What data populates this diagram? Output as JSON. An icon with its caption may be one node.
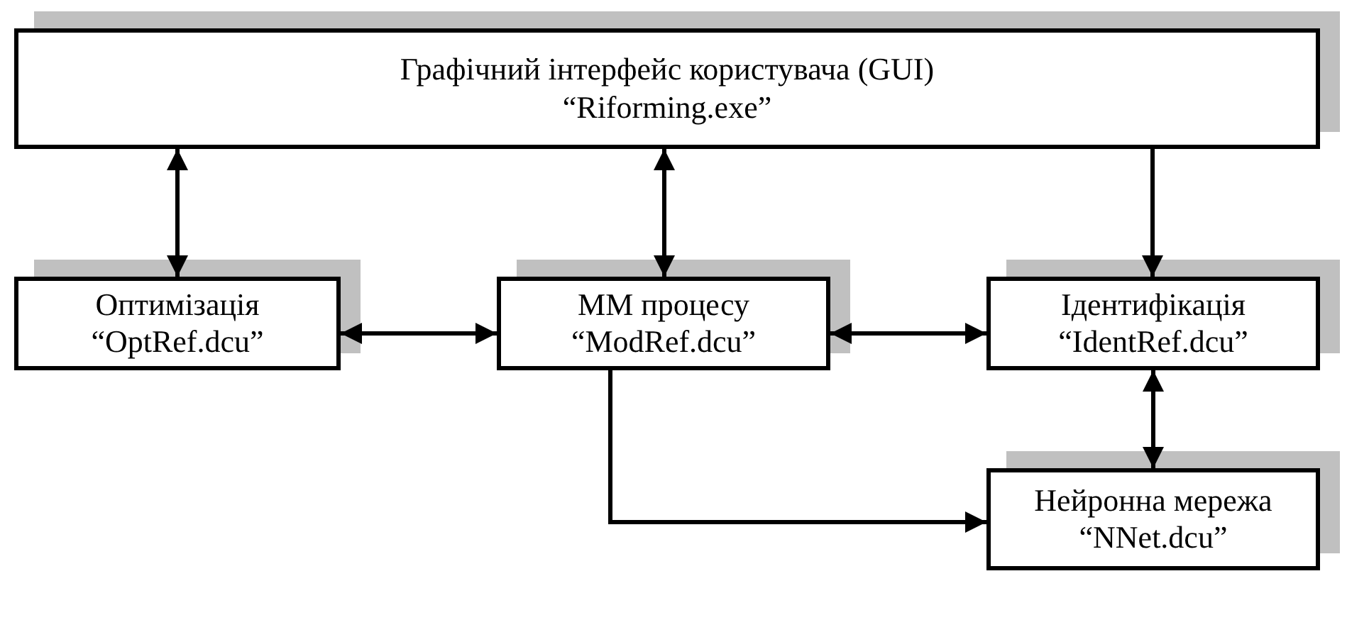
{
  "diagram": {
    "nodes": [
      {
        "text": [
          "Графічний інтерфейс користувача (GUI) “Riforming.exe”"
        ]
      },
      {
        "text": [
          "Оптимізація “OptRef.dcu”"
        ]
      },
      {
        "text": [
          "ММ процесу “ModRef.dcu”"
        ]
      },
      {
        "text": [
          "Ідентифікація “IdentRef.dcu”"
        ]
      },
      {
        "text": [
          "Нейронна мережа “NNet.dcu”"
        ]
      }
    ],
    "edges": [
      {
        "from": 0,
        "to": 1,
        "arrow": "both"
      },
      {
        "from": 0,
        "to": 2,
        "arrow": "both"
      },
      {
        "from": 0,
        "to": 3,
        "arrow": "to"
      },
      {
        "from": 1,
        "to": 2,
        "arrow": "both"
      },
      {
        "from": 2,
        "to": 3,
        "arrow": "both"
      },
      {
        "from": 3,
        "to": 4,
        "arrow": "both"
      },
      {
        "from": 2,
        "to": 4,
        "arrow": "to"
      }
    ]
  }
}
